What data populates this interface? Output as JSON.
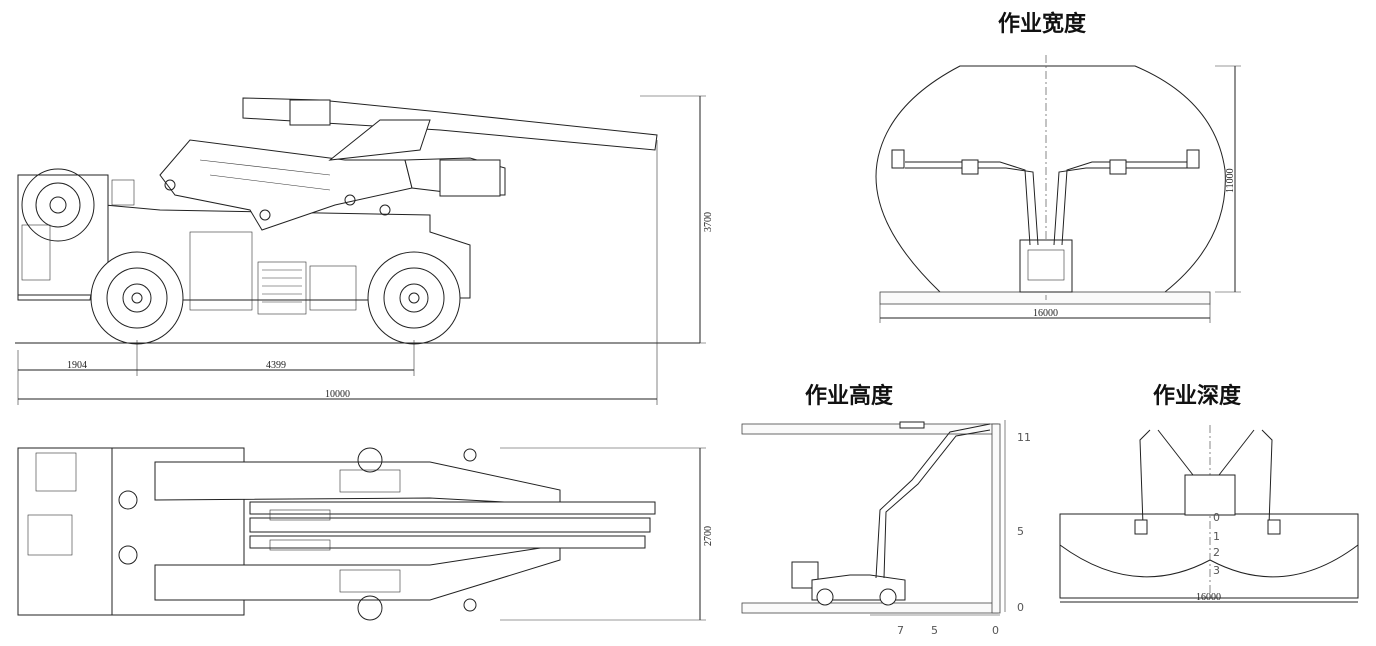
{
  "titles": {
    "width": "作业宽度",
    "height": "作业高度",
    "depth": "作业深度"
  },
  "side_view": {
    "dim_front_overhang": "1904",
    "dim_wheelbase": "4399",
    "dim_total_length": "10000",
    "dim_height": "3700"
  },
  "top_view": {
    "dim_width": "2700"
  },
  "width_view": {
    "dim_height": "11000",
    "dim_width": "16000"
  },
  "height_view": {
    "scale_right": [
      "11",
      "5",
      "0"
    ],
    "scale_bottom": [
      "7",
      "5",
      "0"
    ]
  },
  "depth_view": {
    "scale": [
      "0",
      "1",
      "2",
      "3"
    ],
    "dim_width": "16000"
  }
}
